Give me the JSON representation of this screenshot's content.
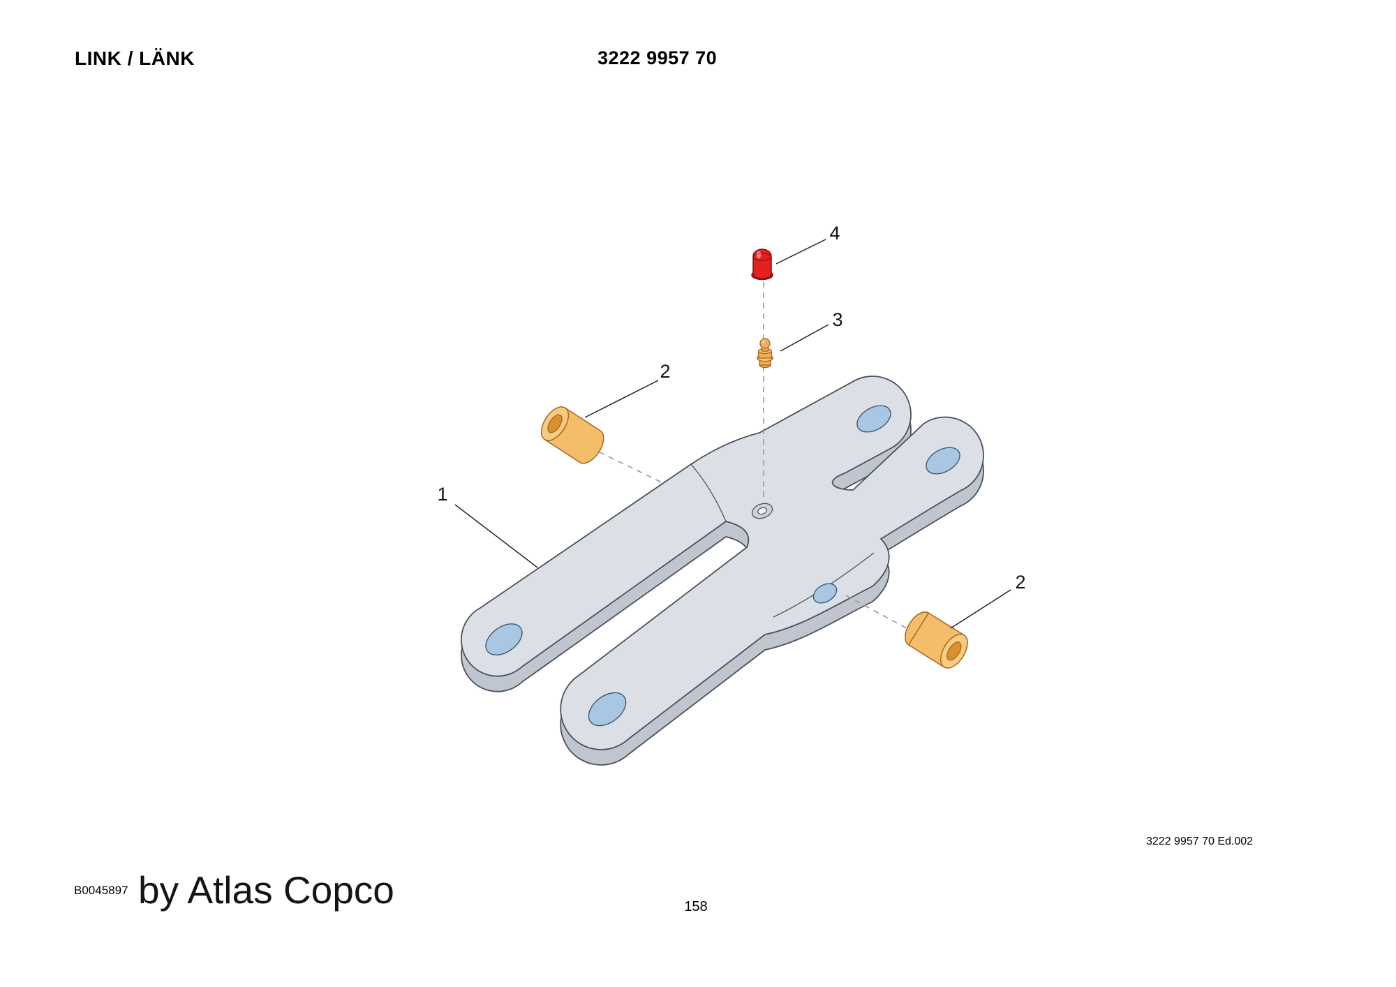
{
  "page": {
    "header": {
      "title": "LINK / LÄNK",
      "part_number": "3222 9957 70"
    },
    "footer": {
      "edition": "3222 9957 70 Ed.002",
      "figure_code": "B0045897",
      "brand": "by Atlas Copco",
      "page_number": "158"
    }
  },
  "diagram": {
    "type": "exploded-parts-diagram",
    "callouts": [
      {
        "id": "4",
        "label": "4",
        "part": "red-protection-cap"
      },
      {
        "id": "3",
        "label": "3",
        "part": "grease-nipple"
      },
      {
        "id": "2-upper",
        "label": "2",
        "part": "bushing"
      },
      {
        "id": "1",
        "label": "1",
        "part": "link-body"
      },
      {
        "id": "2-lower",
        "label": "2",
        "part": "bushing"
      }
    ],
    "colors": {
      "link_top": "#dce0e6",
      "link_side": "#c0c6cf",
      "outline": "#4a5058",
      "hole_blue": "#a9c7e3",
      "bushing_body": "#f4bd6a",
      "bushing_face": "#f8cb85",
      "bushing_bore": "#d9912f",
      "bushing_outline": "#a8661c",
      "nipple_orange": "#f2ae54",
      "cap_red": "#e42020",
      "dashed_line": "#999999",
      "leader_line": "#222222"
    }
  }
}
